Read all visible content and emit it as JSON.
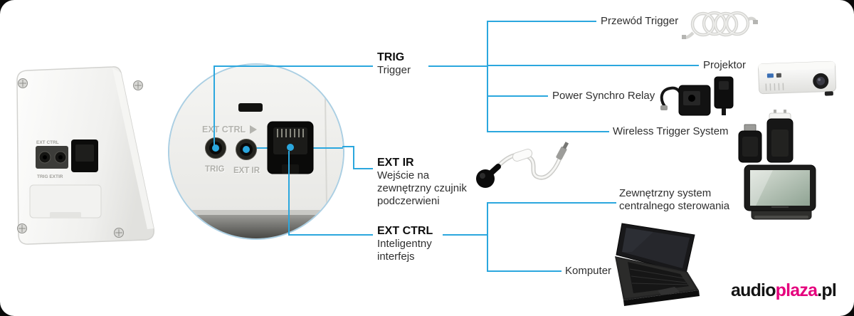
{
  "theme": {
    "accent": "#2ba7de",
    "logoPink": "#e5007d"
  },
  "ports": {
    "trig": {
      "name": "TRIG",
      "desc": "Trigger"
    },
    "ext_ir": {
      "name": "EXT IR",
      "desc_lines": [
        "Wejście na",
        "zewnętrzny czujnik",
        "podczerwieni"
      ]
    },
    "ext_ctrl": {
      "name": "EXT CTRL",
      "desc_lines": [
        "Inteligentny",
        "interfejs"
      ]
    }
  },
  "trig_targets": [
    {
      "label": "Przewód Trigger"
    },
    {
      "label": "Projektor"
    },
    {
      "label": "Power Synchro Relay"
    },
    {
      "label": "Wireless Trigger System"
    }
  ],
  "ext_ctrl_targets": [
    {
      "label_lines": [
        "Zewnętrzny system",
        "centralnego sterowania"
      ]
    },
    {
      "label": "Komputer"
    }
  ],
  "zoom_panel": {
    "ext_ctrl_embossed": "EXT CTRL",
    "trig_embossed": "TRIG",
    "ext_ir_embossed": "EXT IR"
  },
  "device": {
    "ext_ctrl_small": "EXT CTRL",
    "jacks_small": "TRIG EXTIR"
  },
  "logo": {
    "part_black": "audio",
    "part_pink": "plaza",
    "part_tld": ".pl"
  },
  "illustrations": [
    "device-rear-photo",
    "magnified-port-panel",
    "trigger-cable-photo",
    "projector-photo",
    "power-synchro-relay-photo",
    "wireless-trigger-system-photo",
    "ir-sensor-photo",
    "control-system-panel-photo",
    "laptop-photo",
    "audioplaza-logo"
  ]
}
